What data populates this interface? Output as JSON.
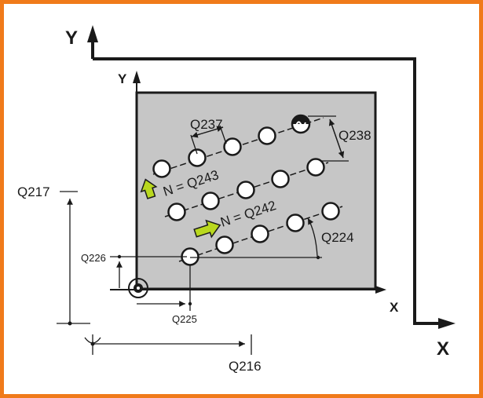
{
  "labels": {
    "machine_y": "Y",
    "machine_x": "X",
    "work_y": "Y",
    "work_x": "X",
    "q237": "Q237",
    "q238": "Q238",
    "n_q243": "N = Q243",
    "n_q242": "N = Q242",
    "q224": "Q224",
    "q226": "Q226",
    "q225": "Q225",
    "q217": "Q217",
    "q216": "Q216"
  },
  "colors": {
    "border": "#f07a1a",
    "plate": "#c6c6c6",
    "arrow_fill": "#b9d81e"
  }
}
